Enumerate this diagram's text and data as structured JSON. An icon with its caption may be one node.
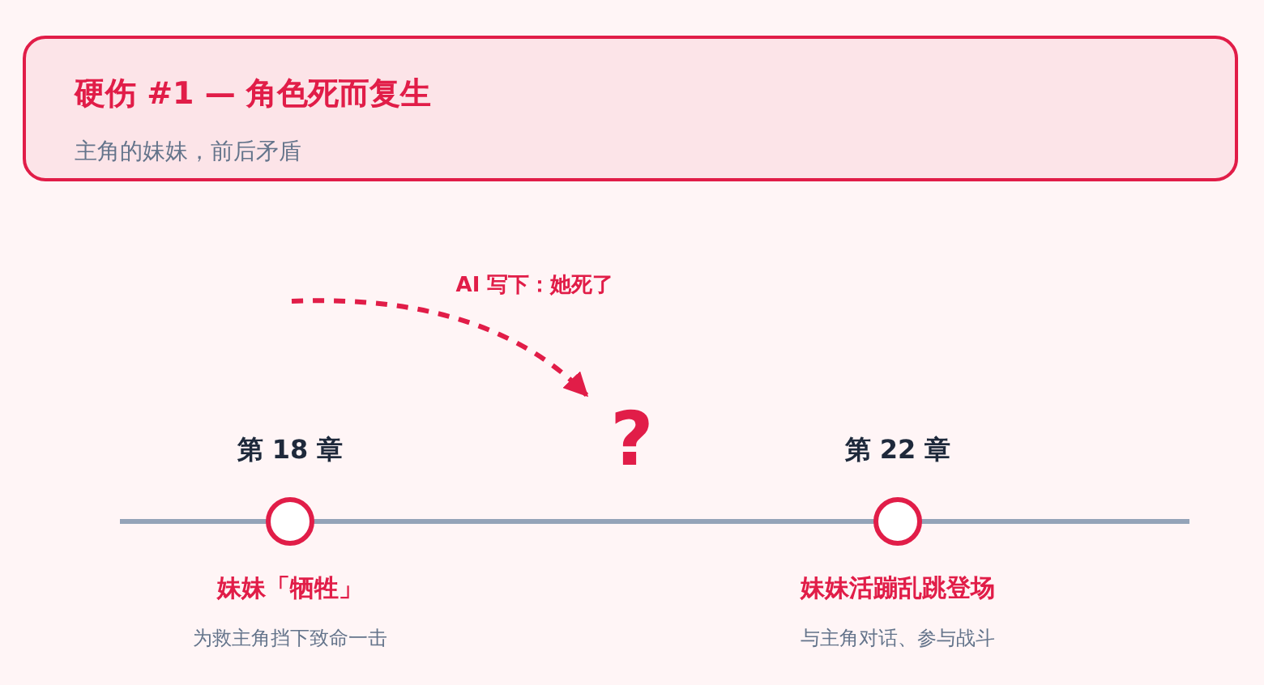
{
  "diagram": {
    "nodes": [
      {
        "text": [
          "硬伤 #1 — 角色死而复生",
          "主角的妹妹，前后矛盾"
        ]
      },
      {
        "text": [],
        "shape": "circle",
        "beside": [
          "第 18 章",
          "妹妹「牺牲」",
          "为救主角挡下致命一击"
        ]
      },
      {
        "text": [
          "?"
        ]
      },
      {
        "text": [],
        "shape": "circle",
        "beside": [
          "第 22 章",
          "妹妹活蹦乱跳登场",
          "与主角对话、参与战斗"
        ]
      }
    ],
    "edges": [
      {
        "from": null,
        "to": 2,
        "arrow": "to",
        "label": "AI 写下：她死了",
        "style": "dashed"
      }
    ]
  }
}
